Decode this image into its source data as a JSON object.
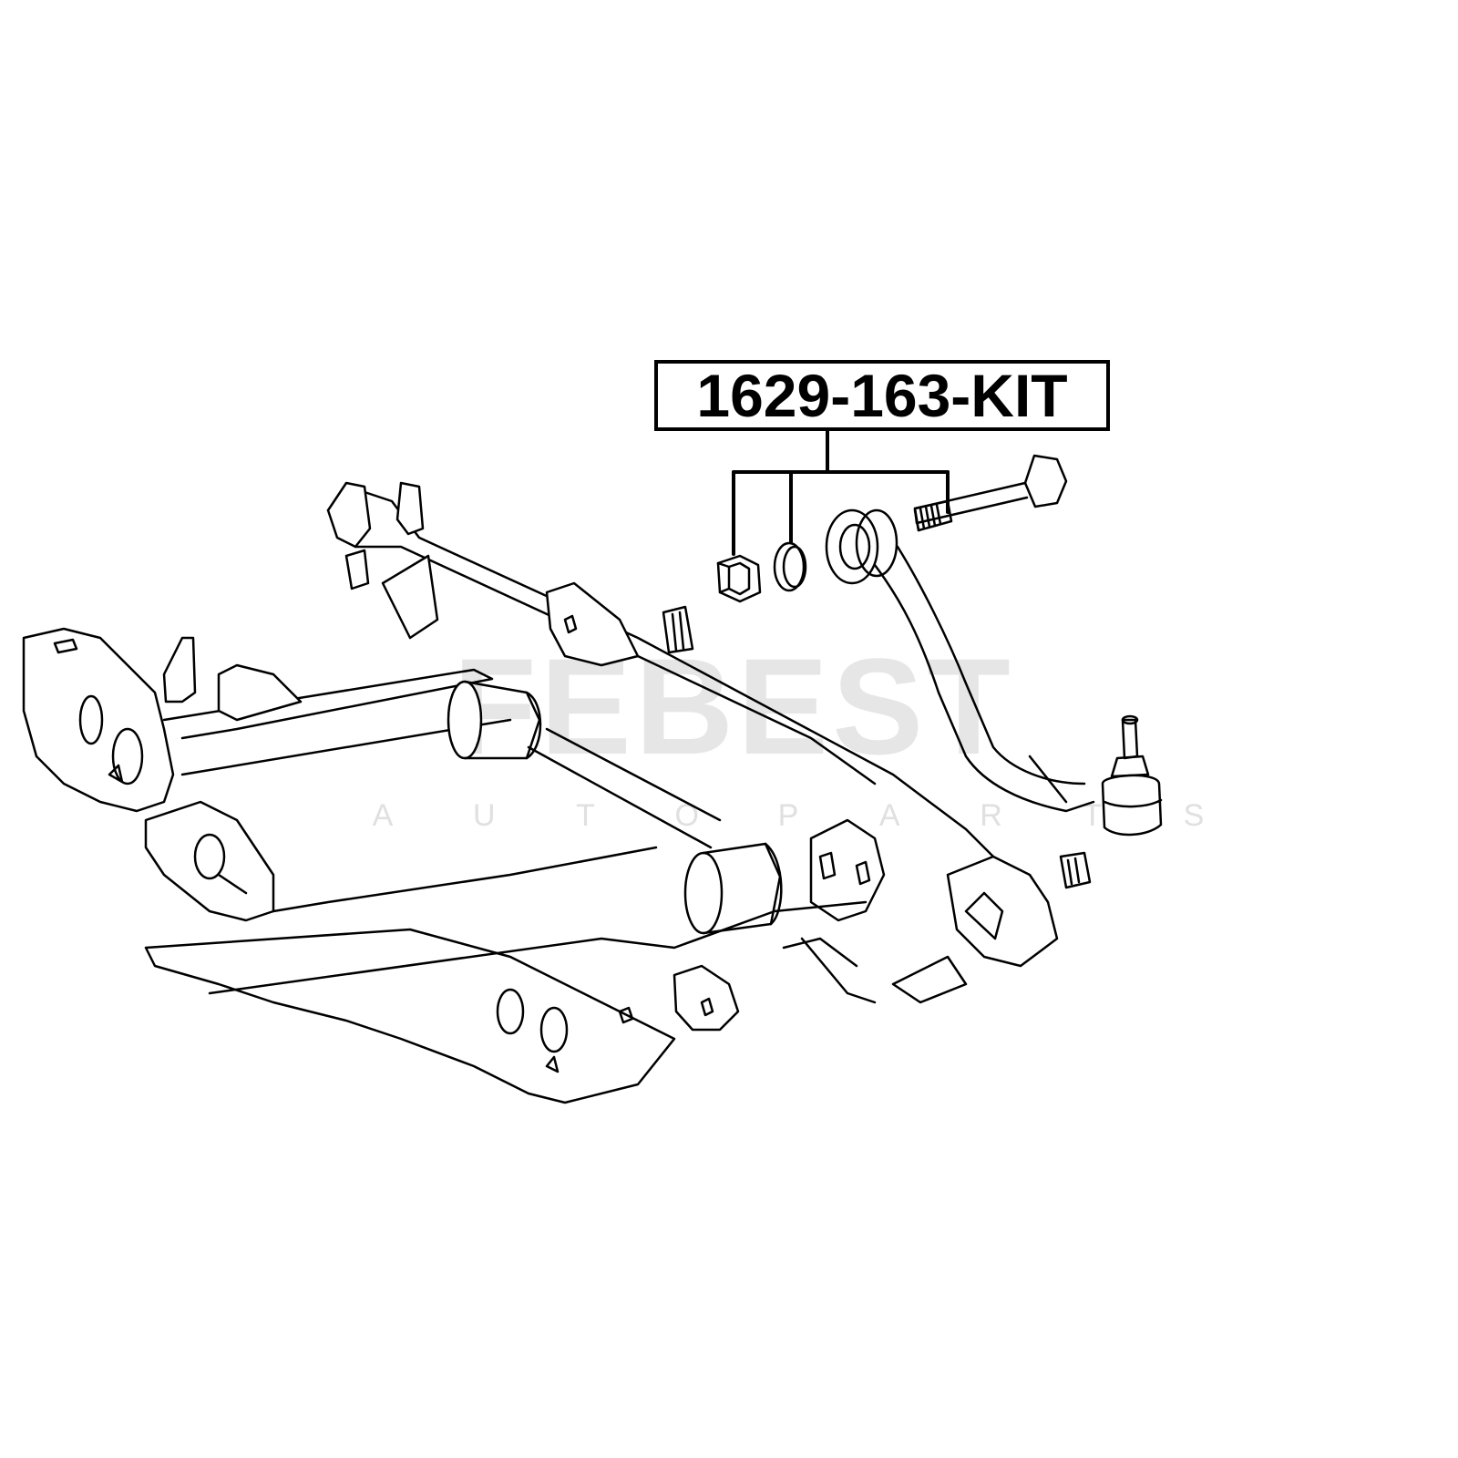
{
  "diagram": {
    "part_number": "1629-163-KIT",
    "watermark": {
      "brand": "FEBEST",
      "subtitle_letters": [
        "A",
        "U",
        "T",
        "O",
        "P",
        "A",
        "R",
        "T",
        "S"
      ]
    },
    "colors": {
      "line": "#000000",
      "watermark": "#e6e6e6",
      "background": "#ffffff"
    }
  }
}
